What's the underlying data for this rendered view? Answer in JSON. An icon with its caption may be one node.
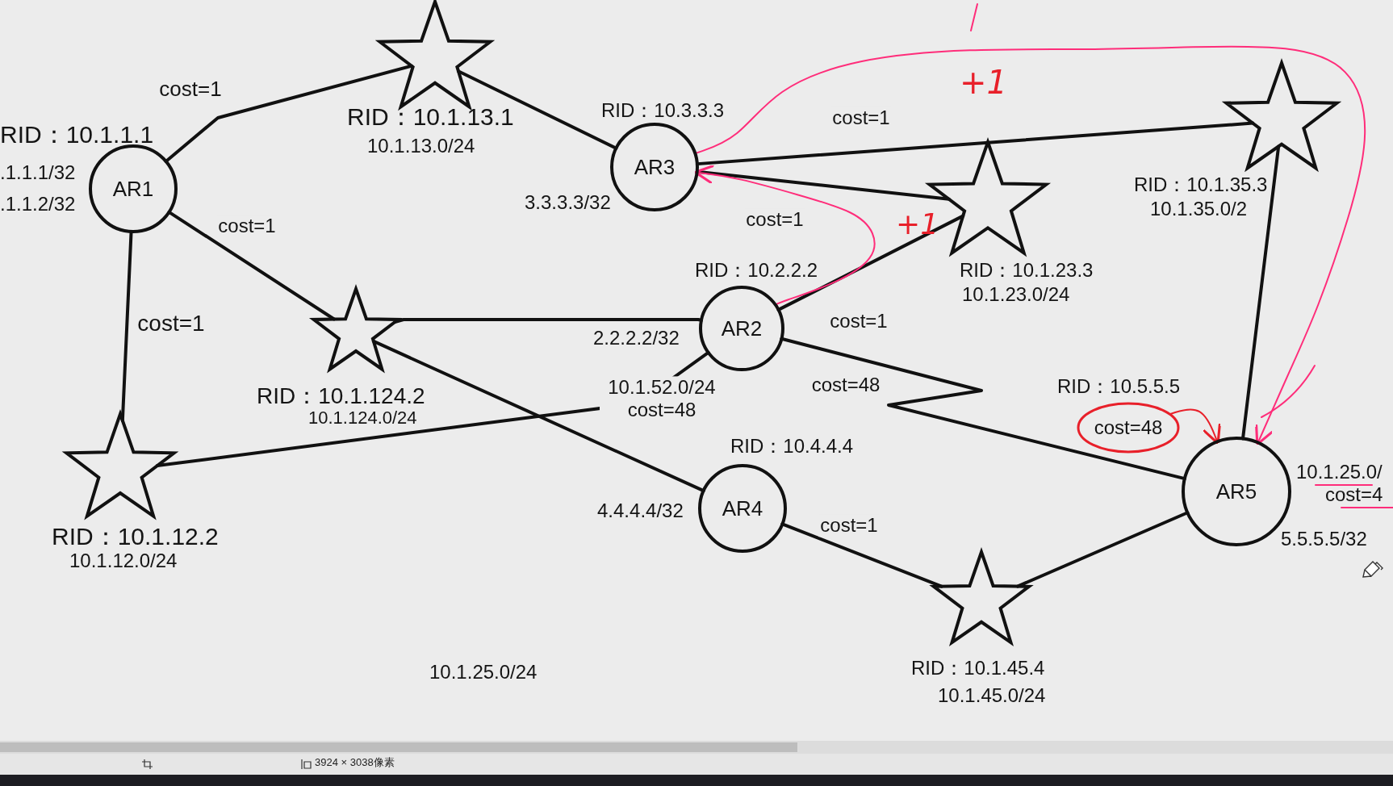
{
  "diagram": {
    "nodes": [
      {
        "text": [],
        "shape": "star",
        "beside": [
          "RID：10.1.13.1",
          "10.1.13.0/24"
        ]
      },
      {
        "text": [
          "AR3"
        ],
        "beside": [
          "RID：10.3.3.3",
          "3.3.3.3/32"
        ]
      },
      {
        "text": [],
        "shape": "star",
        "beside": [
          "RID：10.1.35.3",
          "10.1.35.0/2"
        ]
      },
      {
        "text": [
          "AR1"
        ],
        "beside": [
          "RID：10.1.1.1",
          ".1.1.1/32",
          ".1.1.2/32"
        ]
      },
      {
        "text": [],
        "shape": "star",
        "beside": [
          "RID：10.1.23.3",
          "10.1.23.0/24"
        ]
      },
      {
        "text": [
          "AR2"
        ],
        "beside": [
          "RID：10.2.2.2",
          "2.2.2.2/32"
        ]
      },
      {
        "text": [],
        "shape": "star",
        "beside": [
          "RID：10.1.124.2",
          "10.1.124.0/24"
        ]
      },
      {
        "text": [
          "cost=48"
        ]
      },
      {
        "text": [
          "AR5"
        ],
        "beside": [
          "10.1.25.0/",
          "cost=4",
          "5.5.5.5/32"
        ]
      },
      {
        "text": [
          "AR4"
        ],
        "beside": [
          "RID：10.4.4.4",
          "4.4.4.4/32"
        ]
      },
      {
        "text": [],
        "shape": "star",
        "beside": [
          "RID：10.1.12.2",
          "10.1.12.0/24"
        ]
      },
      {
        "text": [],
        "shape": "star",
        "beside": [
          "RID：10.1.45.4",
          "10.1.45.0/24"
        ]
      }
    ],
    "edges": [
      {
        "from": 3,
        "to": 0,
        "arrow": "none",
        "label": "cost=1"
      },
      {
        "from": 0,
        "to": 1,
        "arrow": "none"
      },
      {
        "from": 3,
        "to": 6,
        "arrow": "none",
        "label": "cost=1"
      },
      {
        "from": 3,
        "to": 10,
        "arrow": "none",
        "label": "cost=1"
      },
      {
        "from": 1,
        "to": 2,
        "arrow": "none",
        "label": "cost=1"
      },
      {
        "from": 1,
        "to": 4,
        "arrow": "none",
        "label": "cost=1"
      },
      {
        "from": 6,
        "to": 5,
        "arrow": "none"
      },
      {
        "from": 5,
        "to": 4,
        "arrow": "none",
        "label": "cost=1"
      },
      {
        "from": 10,
        "to": 5,
        "arrow": "none",
        "label": "10.1.52.0/24 cost=48"
      },
      {
        "from": 5,
        "to": 8,
        "arrow": "none",
        "label": "cost=48"
      },
      {
        "from": 6,
        "to": 9,
        "arrow": "none"
      },
      {
        "from": 2,
        "to": 8,
        "arrow": "none"
      },
      {
        "from": 9,
        "to": 11,
        "arrow": "none",
        "label": "cost=1"
      },
      {
        "from": 11,
        "to": 8,
        "arrow": "none"
      },
      {
        "from": 5,
        "to": 1,
        "arrow": "to",
        "color": "#ff2d7a"
      },
      {
        "from": 1,
        "to": 8,
        "arrow": "to",
        "color": "#ff2d7a"
      },
      {
        "from": 7,
        "to": 8,
        "arrow": "to",
        "color": "#e8202a"
      }
    ],
    "labels": [
      "+1",
      "+1",
      "RID：10.5.5.5",
      "10.1.25.0/24",
      "3924 × 3038像素"
    ]
  }
}
